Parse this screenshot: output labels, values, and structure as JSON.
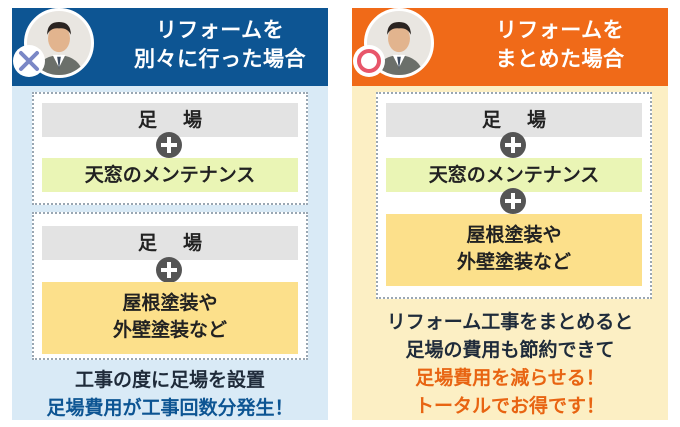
{
  "left": {
    "title_lines": [
      "リフォームを",
      "別々に行った場合"
    ],
    "mark_icon": "cross-icon",
    "box1": {
      "top": "足場",
      "bottom": "天窓のメンテナンス"
    },
    "box2": {
      "top": "足場",
      "bottom_lines": [
        "屋根塗装や",
        "外壁塗装など"
      ]
    },
    "caption": {
      "line1": "工事の度に足場を設置",
      "line2": "足場費用が工事回数分発生！"
    }
  },
  "right": {
    "title_lines": [
      "リフォームを",
      "まとめた場合"
    ],
    "mark_icon": "circle-icon",
    "box": {
      "top": "足場",
      "middle": "天窓のメンテナンス",
      "bottom_lines": [
        "屋根塗装や",
        "外壁塗装など"
      ]
    },
    "caption": {
      "line1": "リフォーム工事をまとめると",
      "line2": "足場の費用も節約できて",
      "line3": "足場費用を減らせる！",
      "line4": "トータルでお得です！"
    }
  },
  "colors": {
    "blue": "#0d5593",
    "orange": "#f06a18",
    "left_bg": "#d9eaf6",
    "right_bg": "#fcefc4"
  }
}
